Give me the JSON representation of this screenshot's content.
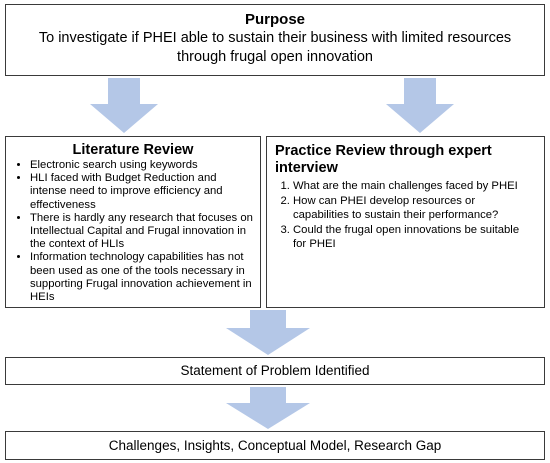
{
  "purpose": {
    "title": "Purpose",
    "text": "To investigate if PHEI able to sustain their business with limited resources through frugal open innovation"
  },
  "literature_review": {
    "title": "Literature Review",
    "bullets": [
      "Electronic search using keywords",
      "HLI faced with Budget Reduction and intense need to improve efficiency and effectiveness",
      "There is hardly any research that focuses on Intellectual Capital and Frugal innovation in the context of HLIs",
      "Information technology capabilities has not been used as one of the tools necessary in supporting Frugal innovation achievement in HEIs"
    ]
  },
  "practice_review": {
    "title": "Practice Review through expert interview",
    "questions": [
      "What are the main challenges faced by PHEI",
      "How can PHEI develop resources or capabilities to sustain their performance?",
      "Could the frugal open innovations be suitable for PHEI"
    ]
  },
  "statement": "Statement of Problem Identified",
  "outcomes": "Challenges, Insights, Conceptual Model, Research Gap",
  "colors": {
    "arrow_fill": "#b4c7e7",
    "border": "#3a3a3a"
  }
}
